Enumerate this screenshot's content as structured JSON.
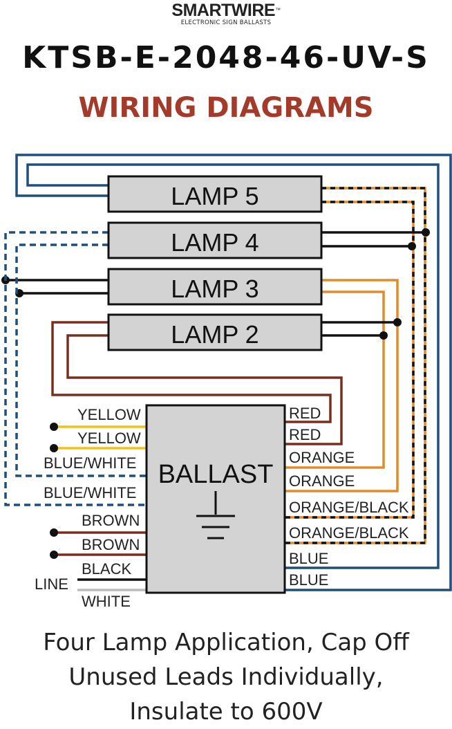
{
  "brand": {
    "name": "SMARTWIRE",
    "trademark": "™",
    "tagline": "ELECTRONIC SIGN BALLASTS"
  },
  "model": "KTSB-E-2048-46-UV-S",
  "subtitle": "WIRING DIAGRAMS",
  "lamps": [
    "LAMP 5",
    "LAMP 4",
    "LAMP 3",
    "LAMP 2"
  ],
  "ballast": {
    "label": "BALLAST",
    "icon": "ground-icon"
  },
  "left_leads": [
    "YELLOW",
    "YELLOW",
    "BLUE/WHITE",
    "BLUE/WHITE",
    "BROWN",
    "BROWN",
    "BLACK",
    "WHITE"
  ],
  "line_label": "LINE",
  "right_leads": [
    "RED",
    "RED",
    "ORANGE",
    "ORANGE",
    "ORANGE/BLACK",
    "ORANGE/BLACK",
    "BLUE",
    "BLUE"
  ],
  "wire_colors": {
    "yellow": "#f2c21c",
    "blue": "#1e4f7e",
    "brown": "#7a2e1f",
    "orange": "#e38a2c",
    "black": "#111111",
    "white": "#bbbbbb"
  },
  "caption": [
    "Four Lamp Application, Cap Off",
    "Unused Leads Individually,",
    "Insulate to 600V"
  ]
}
